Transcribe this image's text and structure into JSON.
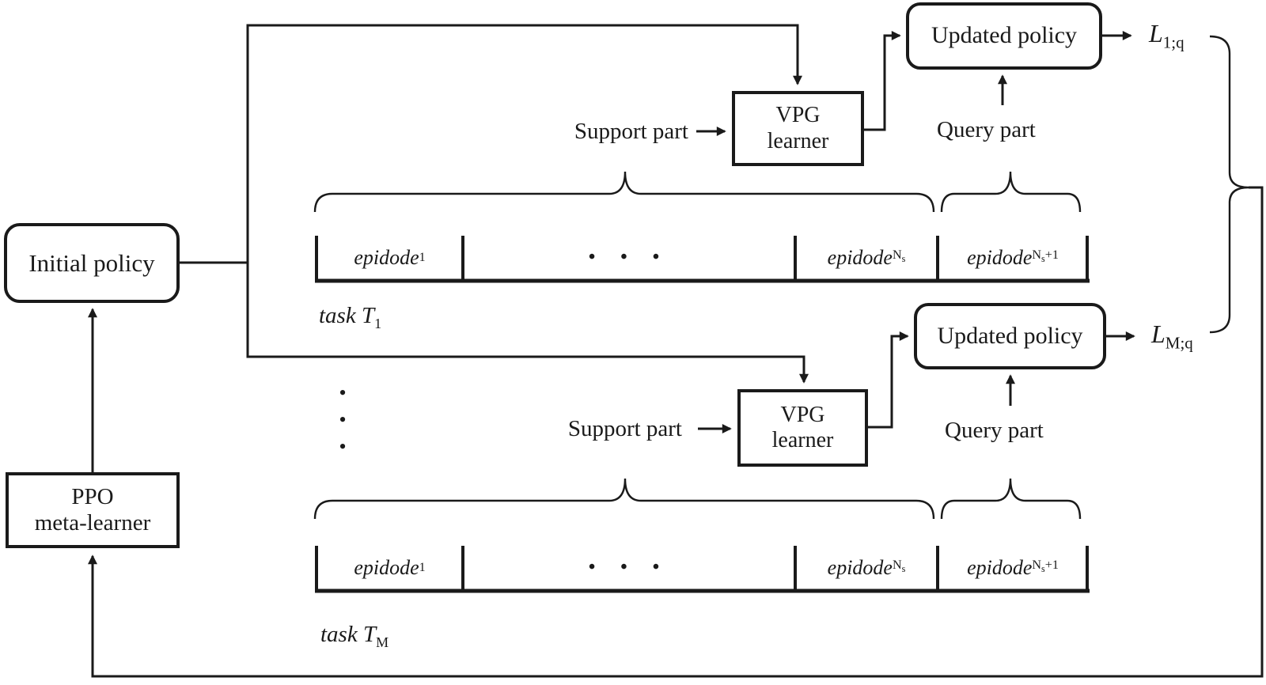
{
  "figure": {
    "boxes": {
      "initial_policy": "Initial policy",
      "ppo": {
        "line1": "PPO",
        "line2": "meta-learner"
      },
      "vpg": {
        "line1": "VPG",
        "line2": "learner"
      },
      "updated_policy": "Updated policy"
    },
    "labels": {
      "support_part": "Support part",
      "query_part": "Query part",
      "loss_base": "L",
      "loss1_sub": "1;q",
      "lossM_sub": "M;q",
      "task_base": "task T",
      "task1_sub": "1",
      "taskM_sub": "M"
    },
    "episodes": {
      "base": "epidode",
      "first_sub": "1",
      "dots": "• • •",
      "n_sub": "N",
      "s_subsub": "s",
      "plus_one": "+1"
    },
    "ellipsis_dot": "•",
    "colors": {
      "line": "#1a1a1a",
      "background": "#ffffff"
    }
  }
}
